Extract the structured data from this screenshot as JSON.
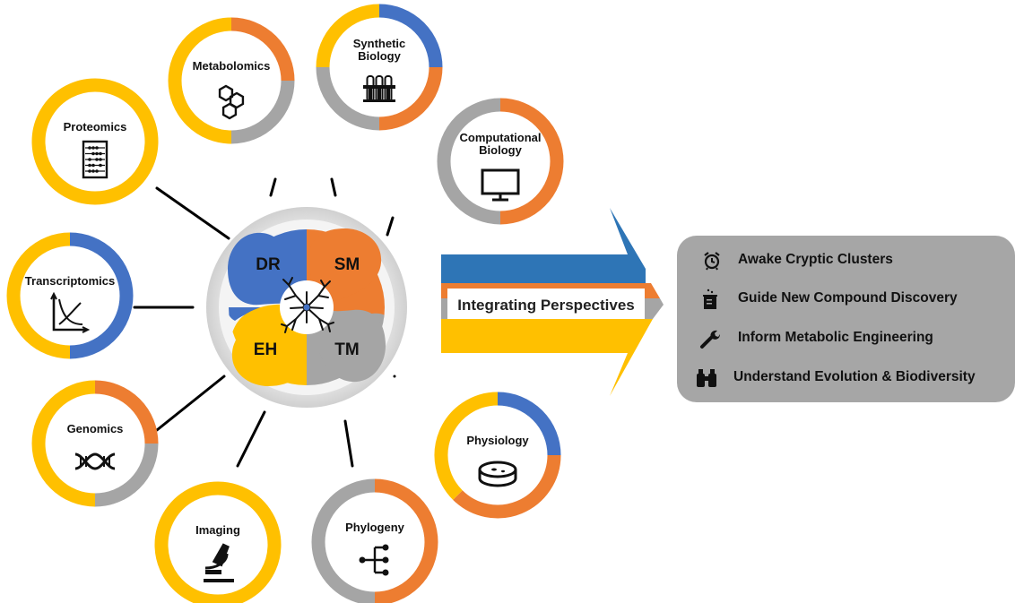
{
  "hub": {
    "quadrants": [
      {
        "label": "DR",
        "color": "#4472c4"
      },
      {
        "label": "SM",
        "color": "#ed7d31"
      },
      {
        "label": "EH",
        "color": "#ffc000"
      },
      {
        "label": "TM",
        "color": "#a5a5a5"
      }
    ]
  },
  "modules": [
    {
      "label": "Metabolomics",
      "icon": "hexagon-molecule-icon",
      "segments": [
        {
          "color": "#ed7d31",
          "fraction": 0.25
        },
        {
          "color": "#a5a5a5",
          "fraction": 0.25
        },
        {
          "color": "#ffc000",
          "fraction": 0.5
        }
      ]
    },
    {
      "label": "Synthetic\nBiology",
      "icon": "test-tubes-icon",
      "segments": [
        {
          "color": "#4472c4",
          "fraction": 0.25
        },
        {
          "color": "#ed7d31",
          "fraction": 0.25
        },
        {
          "color": "#a5a5a5",
          "fraction": 0.25
        },
        {
          "color": "#ffc000",
          "fraction": 0.25
        }
      ]
    },
    {
      "label": "Computational\nBiology",
      "icon": "computer-monitor-icon",
      "segments": [
        {
          "color": "#ed7d31",
          "fraction": 0.5
        },
        {
          "color": "#a5a5a5",
          "fraction": 0.5
        }
      ]
    },
    {
      "label": "Proteomics",
      "icon": "abacus-icon",
      "segments": [
        {
          "color": "#ffc000",
          "fraction": 1.0
        }
      ]
    },
    {
      "label": "Transcriptomics",
      "icon": "graph-curve-icon",
      "segments": [
        {
          "color": "#4472c4",
          "fraction": 0.5
        },
        {
          "color": "#ffc000",
          "fraction": 0.5
        }
      ]
    },
    {
      "label": "Genomics",
      "icon": "dna-icon",
      "segments": [
        {
          "color": "#ed7d31",
          "fraction": 0.25
        },
        {
          "color": "#a5a5a5",
          "fraction": 0.25
        },
        {
          "color": "#ffc000",
          "fraction": 0.5
        }
      ]
    },
    {
      "label": "Imaging",
      "icon": "microscope-icon",
      "segments": [
        {
          "color": "#ffc000",
          "fraction": 1.0
        }
      ]
    },
    {
      "label": "Phylogeny",
      "icon": "phylogeny-tree-icon",
      "segments": [
        {
          "color": "#ed7d31",
          "fraction": 0.5
        },
        {
          "color": "#a5a5a5",
          "fraction": 0.5
        }
      ]
    },
    {
      "label": "Physiology",
      "icon": "petri-dish-icon",
      "segments": [
        {
          "color": "#4472c4",
          "fraction": 0.25
        },
        {
          "color": "#ed7d31",
          "fraction": 0.375
        },
        {
          "color": "#ffc000",
          "fraction": 0.375
        }
      ]
    }
  ],
  "arrow": {
    "label": "Integrating Perspectives",
    "stripes": [
      "#2e75b6",
      "#ed7d31",
      "#a5a5a5",
      "#ffc000"
    ]
  },
  "outcomes": [
    {
      "label": "Awake Cryptic Clusters",
      "icon": "alarm-clock-icon"
    },
    {
      "label": "Guide New Compound Discovery",
      "icon": "beaker-icon"
    },
    {
      "label": "Inform Metabolic Engineering",
      "icon": "wrench-icon"
    },
    {
      "label": "Understand Evolution & Biodiversity",
      "icon": "binoculars-icon"
    }
  ]
}
